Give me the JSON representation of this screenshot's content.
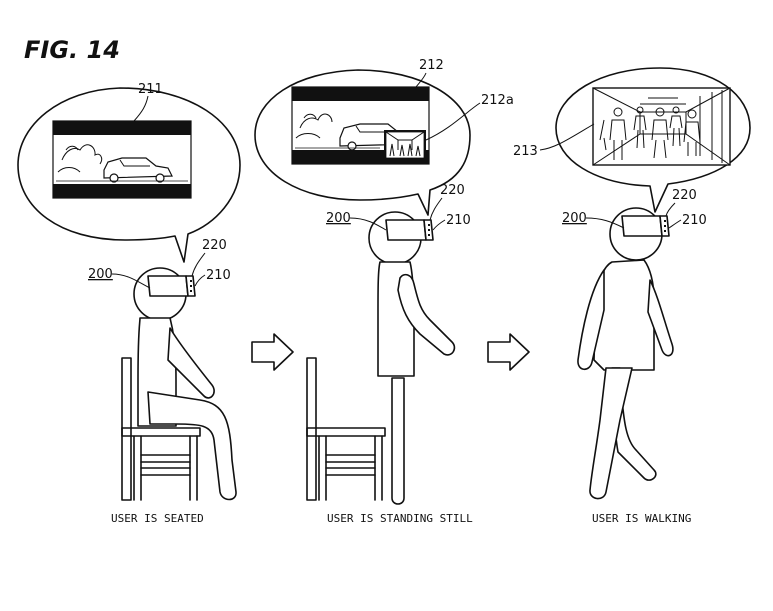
{
  "figure": {
    "title": "FIG. 14"
  },
  "panels": [
    {
      "caption": "USER IS SEATED",
      "ref_user": "200",
      "ref_device": "210",
      "ref_part": "220",
      "ref_image": "211"
    },
    {
      "caption": "USER IS STANDING STILL",
      "ref_user": "200",
      "ref_device": "210",
      "ref_part": "220",
      "ref_image": "212",
      "ref_sub_image": "212a"
    },
    {
      "caption": "USER IS WALKING",
      "ref_user": "200",
      "ref_device": "210",
      "ref_part": "220",
      "ref_image": "213"
    }
  ],
  "arrows": [
    "transition-arrow",
    "transition-arrow"
  ],
  "icons": [
    "chair",
    "user-figure",
    "head-mounted-display",
    "speech-bubble",
    "car-image",
    "corridor-image"
  ]
}
